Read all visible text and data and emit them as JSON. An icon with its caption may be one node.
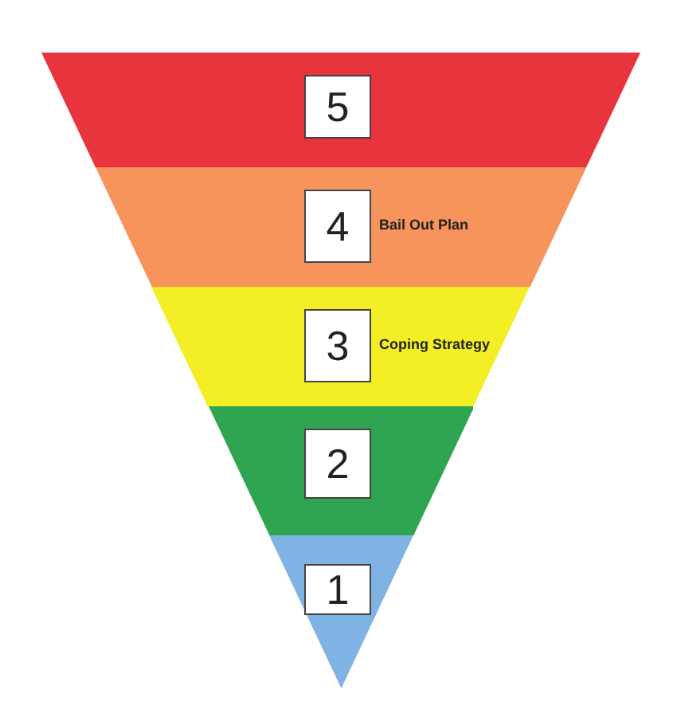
{
  "diagram": {
    "nodes": [
      {
        "text": [],
        "shape": "trapezoid"
      },
      {
        "text": [
          "5"
        ],
        "in": 0
      },
      {
        "text": [
          "Bail Out Plan"
        ]
      },
      {
        "text": [
          "4"
        ],
        "in": 2
      },
      {
        "text": [
          "Coping Strategy"
        ]
      },
      {
        "text": [
          "3"
        ],
        "in": 4
      },
      {
        "text": [],
        "shape": "trapezoid"
      },
      {
        "text": [
          "2"
        ],
        "in": 6
      },
      {
        "text": [],
        "shape": "triangle"
      },
      {
        "text": [
          "1"
        ],
        "in": 8
      }
    ],
    "edges": []
  }
}
